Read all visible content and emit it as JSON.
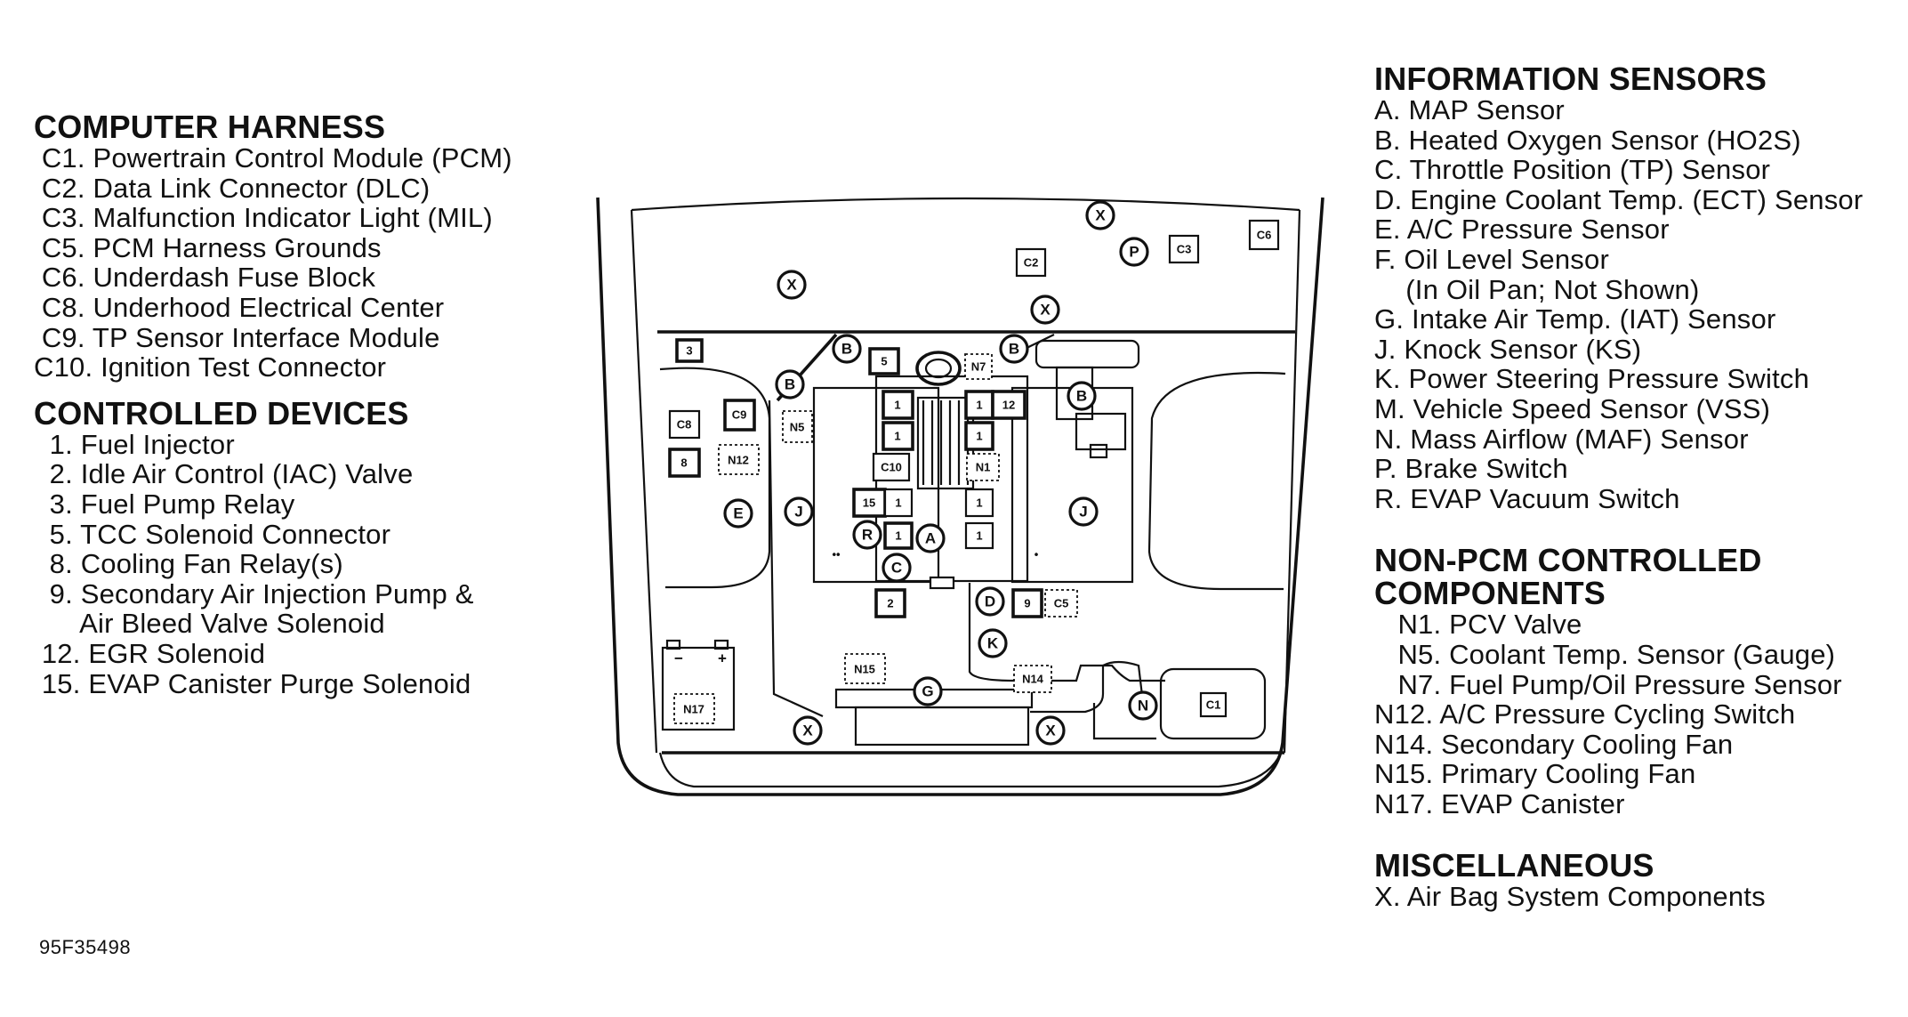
{
  "legend_left": {
    "computer_harness": {
      "heading": "COMPUTER HARNESS",
      "items": [
        " C1. Powertrain Control Module (PCM)",
        " C2. Data Link Connector (DLC)",
        " C3. Malfunction Indicator Light (MIL)",
        " C5. PCM Harness Grounds",
        " C6. Underdash Fuse Block",
        " C8. Underhood Electrical Center",
        " C9. TP Sensor Interface Module",
        "C10. Ignition Test Connector"
      ]
    },
    "controlled_devices": {
      "heading": "CONTROLLED DEVICES",
      "items": [
        "  1. Fuel Injector",
        "  2. Idle Air Control (IAC) Valve",
        "  3. Fuel Pump Relay",
        "  5. TCC Solenoid Connector",
        "  8. Cooling Fan Relay(s)",
        "  9. Secondary Air Injection Pump &",
        "      Air Bleed Valve Solenoid",
        " 12. EGR Solenoid",
        " 15. EVAP Canister Purge Solenoid"
      ]
    }
  },
  "legend_right": {
    "information_sensors": {
      "heading": "INFORMATION SENSORS",
      "items": [
        "A. MAP Sensor",
        "B. Heated Oxygen Sensor (HO2S)",
        "C. Throttle Position (TP) Sensor",
        "D. Engine Coolant Temp. (ECT) Sensor",
        "E. A/C Pressure Sensor",
        "F. Oil Level Sensor",
        "    (In Oil Pan; Not Shown)",
        "G. Intake Air Temp. (IAT) Sensor",
        "J. Knock Sensor (KS)",
        "K. Power Steering Pressure Switch",
        "M. Vehicle Speed Sensor (VSS)",
        "N. Mass Airflow (MAF) Sensor",
        "P. Brake Switch",
        "R. EVAP Vacuum Switch"
      ]
    },
    "non_pcm": {
      "heading_line1": "NON-PCM CONTROLLED",
      "heading_line2": "COMPONENTS",
      "items": [
        "   N1. PCV Valve",
        "   N5. Coolant Temp. Sensor (Gauge)",
        "   N7. Fuel Pump/Oil Pressure Sensor",
        "N12. A/C Pressure Cycling Switch",
        "N14. Secondary Cooling Fan",
        "N15. Primary Cooling Fan",
        "N17. EVAP Canister"
      ]
    },
    "miscellaneous": {
      "heading": "MISCELLANEOUS",
      "items": [
        "X. Air Bag System Components"
      ]
    }
  },
  "figure_code": "95F35498",
  "diagram": {
    "box_labels": [
      "3",
      "5",
      "1",
      "1",
      "12",
      "1",
      "1",
      "C10",
      "N1",
      "15",
      "1",
      "1",
      "1",
      "1",
      "2",
      "9",
      "C5",
      "C8",
      "C9",
      "8",
      "C2",
      "C3",
      "C6",
      "C1",
      "N5",
      "N7",
      "N12",
      "N14",
      "N15",
      "N17"
    ],
    "circle_labels": [
      "X",
      "X",
      "X",
      "X",
      "X",
      "P",
      "B",
      "B",
      "B",
      "E",
      "J",
      "J",
      "R",
      "A",
      "C",
      "D",
      "K",
      "G",
      "N"
    ],
    "battery_terminals": [
      "−",
      "+"
    ],
    "engine_marks": [
      "••",
      "•"
    ]
  }
}
